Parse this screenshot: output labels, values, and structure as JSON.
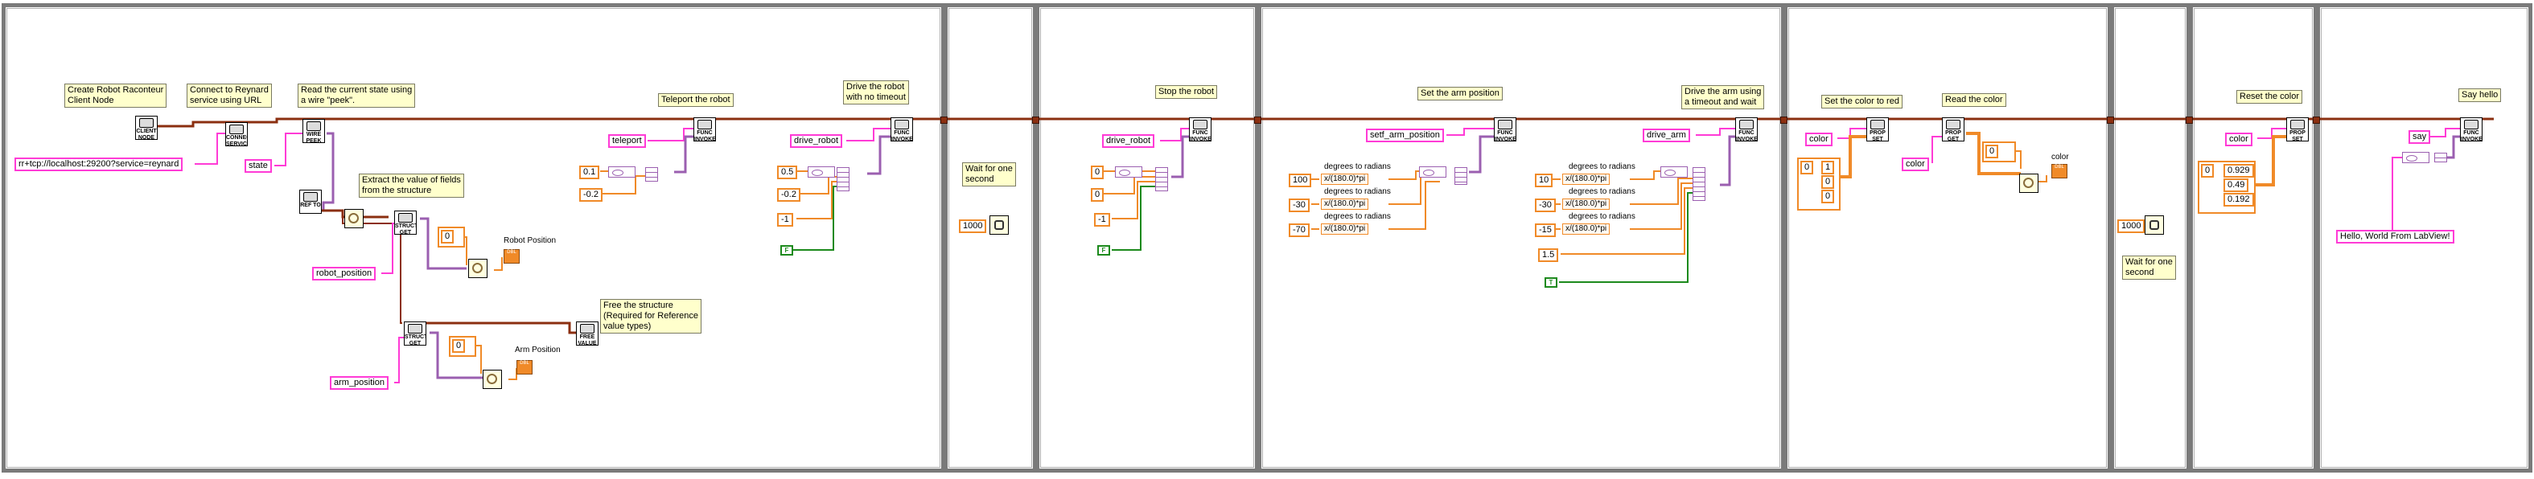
{
  "colors": {
    "frame": "#7a7a7a",
    "tunnel": "#8b2f10",
    "wire_refnum": "#8b2f10",
    "wire_string": "#ff3bd6",
    "wire_cluster": "#9b5fb0",
    "wire_numeric": "#f08a28",
    "wire_boolean": "#1c8a1c",
    "note_fill": "#ffffcc"
  },
  "frame1": {
    "notes": {
      "create_node": "Create Robot Raconteur\nClient Node",
      "connect": "Connect to Reynard\nservice using URL",
      "read_state": "Read the current state using\na wire \"peek\".",
      "extract": "Extract the value of fields\nfrom the structure",
      "free": "Free the structure\n(Required for Reference\nvalue types)",
      "teleport": "Teleport the robot",
      "drive": "Drive the robot\nwith no timeout"
    },
    "constants": {
      "url": "rr+tcp://localhost:29200?service=reynard",
      "state": "state",
      "robot_position": "robot_position",
      "arm_position": "arm_position",
      "teleport": "teleport",
      "drive_robot": "drive_robot",
      "teleport_x": "0.1",
      "teleport_y": "-0.2",
      "drive_v1": "0.5",
      "drive_v2": "-0.2",
      "drive_v3": "-1",
      "drive_bool": "F",
      "index_robot": "0",
      "index_arm": "0"
    },
    "nodes": {
      "client_node": "CLIENT\nNODE",
      "connect_service": "CONNECT\nSERVICE",
      "wire_peek": "WIRE\nPEEK IN",
      "ref_to_struct": "REF\nTO",
      "struct_get_1": "STRUCT\nGET",
      "struct_get_2": "STRUCT\nGET",
      "free_value": "FREE\nVALUE",
      "func_invoke_1": "FUNC\nINVOKE",
      "func_invoke_2": "FUNC\nINVOKE"
    },
    "indicators": {
      "robot_position": "Robot Position",
      "arm_position": "Arm Position",
      "dbl": "DBL"
    }
  },
  "frame2": {
    "note": "Wait for one\nsecond",
    "ms": "1000"
  },
  "frame3": {
    "note": "Stop the robot",
    "function": "drive_robot",
    "v1": "0",
    "v2": "0",
    "v3": "-1",
    "bool": "F",
    "node": "FUNC\nINVOKE"
  },
  "frame4": {
    "note_set": "Set the arm position",
    "note_drive": "Drive the arm using\na timeout and wait",
    "func_set": "setf_arm_position",
    "func_drive": "drive_arm",
    "deg_label": "degrees to radians",
    "expr": "x/(180.0)*pi",
    "set_values": [
      "100",
      "-30",
      "-70"
    ],
    "drive_values": [
      "10",
      "-30",
      "-15"
    ],
    "timeout": "1.5",
    "bool": "T",
    "node": "FUNC\nINVOKE"
  },
  "frame5": {
    "note_set": "Set the color to red",
    "note_read": "Read the color",
    "prop": "color",
    "array_index": "0",
    "array_values": [
      "1",
      "0",
      "0"
    ],
    "index": "0",
    "indicator_label": "color",
    "prop_set": "PROP\nSET",
    "prop_get": "PROP\nGET",
    "dbl": "DBL"
  },
  "frame6": {
    "ms": "1000",
    "note": "Wait for one\nsecond"
  },
  "frame7": {
    "note": "Reset the color",
    "prop": "color",
    "index": "0",
    "values": [
      "0.929",
      "0.49",
      "0.192"
    ],
    "prop_set": "PROP\nSET"
  },
  "frame8": {
    "note": "Say hello",
    "func": "say",
    "message": "Hello, World From LabView!",
    "node": "FUNC\nINVOKE"
  }
}
